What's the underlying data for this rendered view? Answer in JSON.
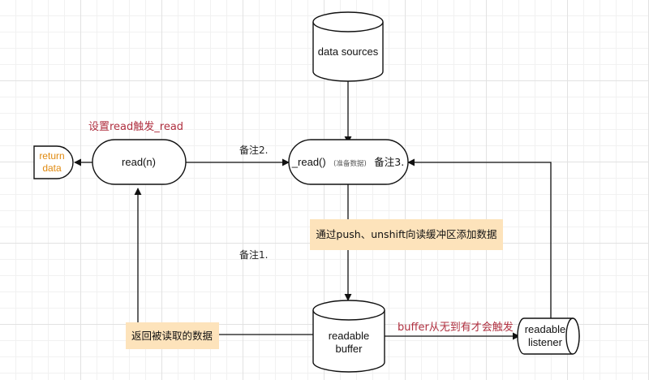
{
  "nodes": {
    "data_sources": "data sources",
    "read_n": "read(n)",
    "read_fn": "_read()",
    "read_fn_sub": "(准备数据)",
    "note3": "备注3.",
    "return_line1": "return",
    "return_line2": "data",
    "buffer_line1": "readable",
    "buffer_line2": "buffer",
    "listener_line1": "readable",
    "listener_line2": "listener"
  },
  "labels": {
    "set_read": "设置read触发_read",
    "note2": "备注2.",
    "note1": "备注1.",
    "push_label": "通过push、unshift向读缓冲区添加数据",
    "return_label": "返回被读取的数据",
    "buffer_trigger": "buffer从无到有才会触发"
  },
  "colors": {
    "line": "#111111",
    "highlight_bg": "#fde3bb",
    "red_text": "#b03040",
    "orange_text": "#e08a10"
  }
}
